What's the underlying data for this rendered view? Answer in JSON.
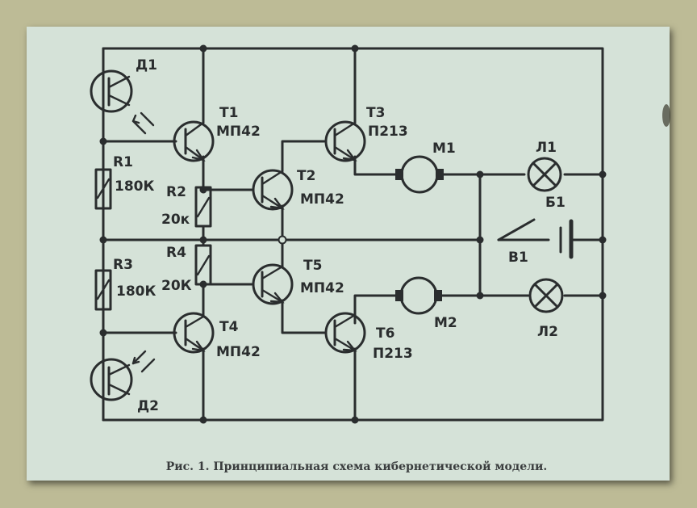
{
  "labels": {
    "d1": "Д1",
    "d2": "Д2",
    "t1": "T1",
    "t1_type": "МП42",
    "t2": "T2",
    "t2_type": "МП42",
    "t3": "T3",
    "t3_type": "П213",
    "t4": "T4",
    "t4_type": "МП42",
    "t5": "T5",
    "t5_type": "МП42",
    "t6": "T6",
    "t6_type": "П213",
    "r1": "R1",
    "r1_val": "180К",
    "r2": "R2",
    "r2_val": "20к",
    "r3": "R3",
    "r3_val": "180К",
    "r4": "R4",
    "r4_val": "20К",
    "m1": "M1",
    "m2": "M2",
    "l1": "Л1",
    "l2": "Л2",
    "b1": "Б1",
    "v1": "B1"
  },
  "caption": "Рис. 1. Принципиальная схема кибернетической модели."
}
